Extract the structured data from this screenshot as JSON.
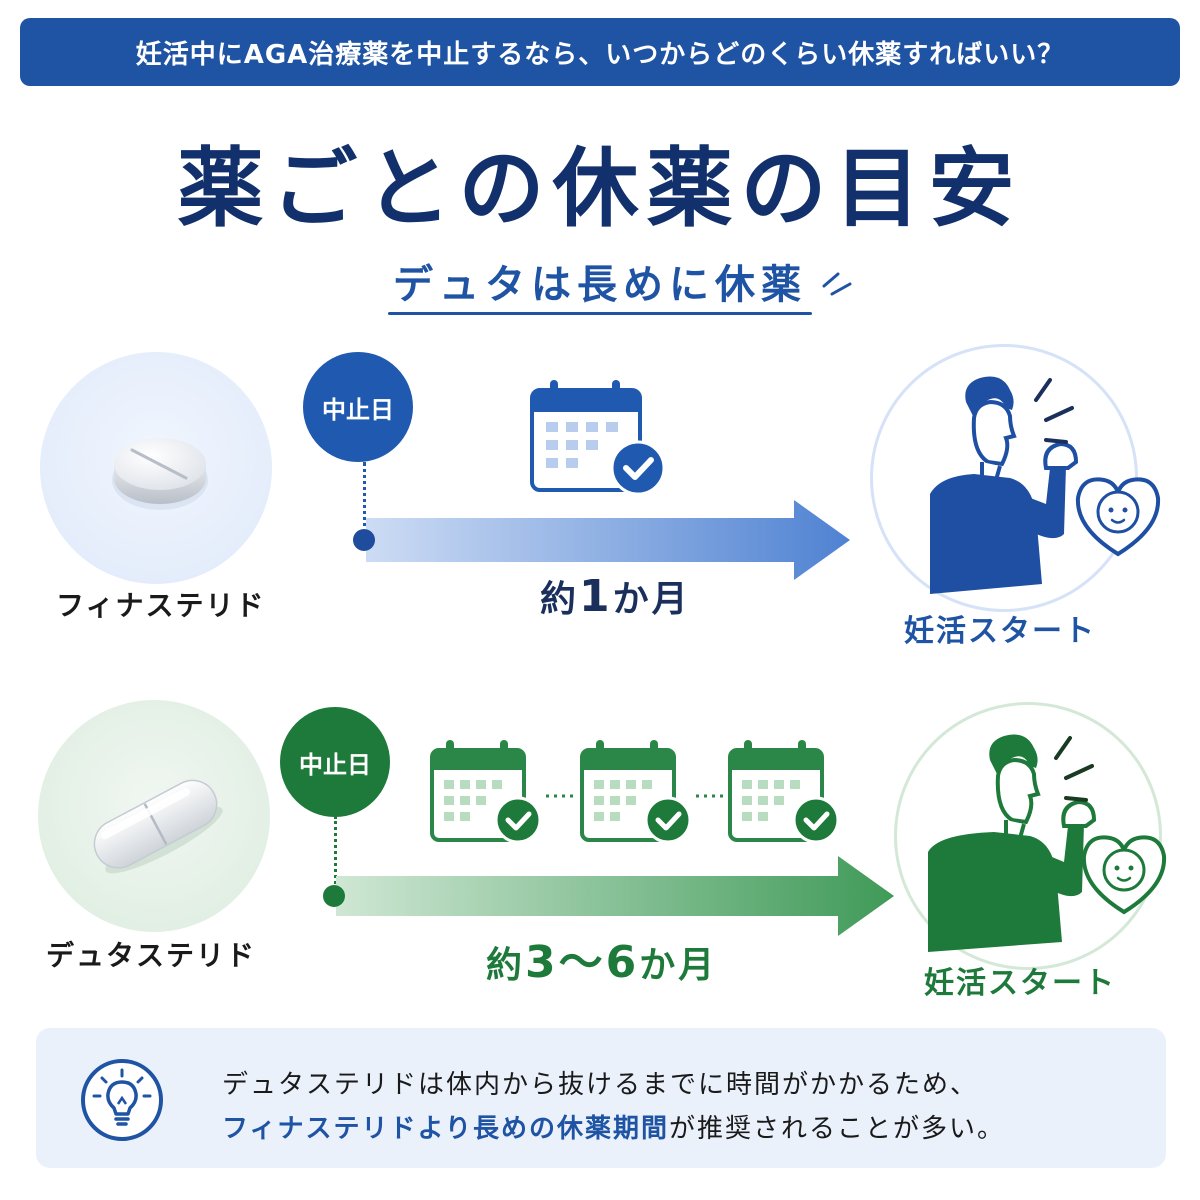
{
  "banner": {
    "text": "妊活中にAGA治療薬を中止するなら、いつからどのくらい休薬すればいい？"
  },
  "title": "薬ごとの休薬の目安",
  "subtitle": "デュタは長めに休薬",
  "colors": {
    "blue": "#1f53a3",
    "navy": "#12306b",
    "green": "#1e7a3a"
  },
  "rows": [
    {
      "drug": "フィナステリド",
      "pill_icon": "round-tablet-icon",
      "stop_label": "中止日",
      "period_prefix": "約",
      "period_number": "1",
      "period_suffix": "か月",
      "calendars": 1,
      "goal_label": "妊活スタート"
    },
    {
      "drug": "デュタステリド",
      "pill_icon": "capsule-icon",
      "stop_label": "中止日",
      "period_prefix": "約",
      "period_number": "3〜6",
      "period_suffix": "か月",
      "calendars": 3,
      "goal_label": "妊活スタート"
    }
  ],
  "note": {
    "icon": "lightbulb-icon",
    "line1": "デュタステリドは体内から抜けるまでに時間がかかるため、",
    "line2_highlight": "フィナステリドより長めの休薬期間",
    "line2_rest": "が推奨されることが多い。"
  }
}
